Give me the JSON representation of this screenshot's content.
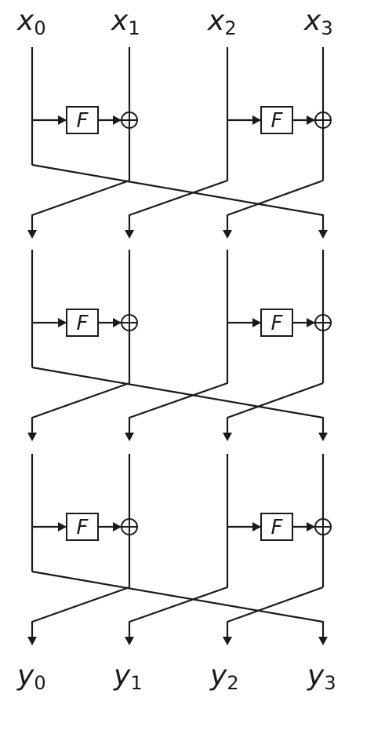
{
  "inputs": [
    {
      "base": "x",
      "sub": "0"
    },
    {
      "base": "x",
      "sub": "1"
    },
    {
      "base": "x",
      "sub": "2"
    },
    {
      "base": "x",
      "sub": "3"
    }
  ],
  "outputs": [
    {
      "base": "y",
      "sub": "0"
    },
    {
      "base": "y",
      "sub": "1"
    },
    {
      "base": "y",
      "sub": "2"
    },
    {
      "base": "y",
      "sub": "3"
    }
  ],
  "function_label": "F",
  "rounds": 3,
  "colors": {
    "stroke": "#1a1a1a",
    "background": "#ffffff"
  }
}
